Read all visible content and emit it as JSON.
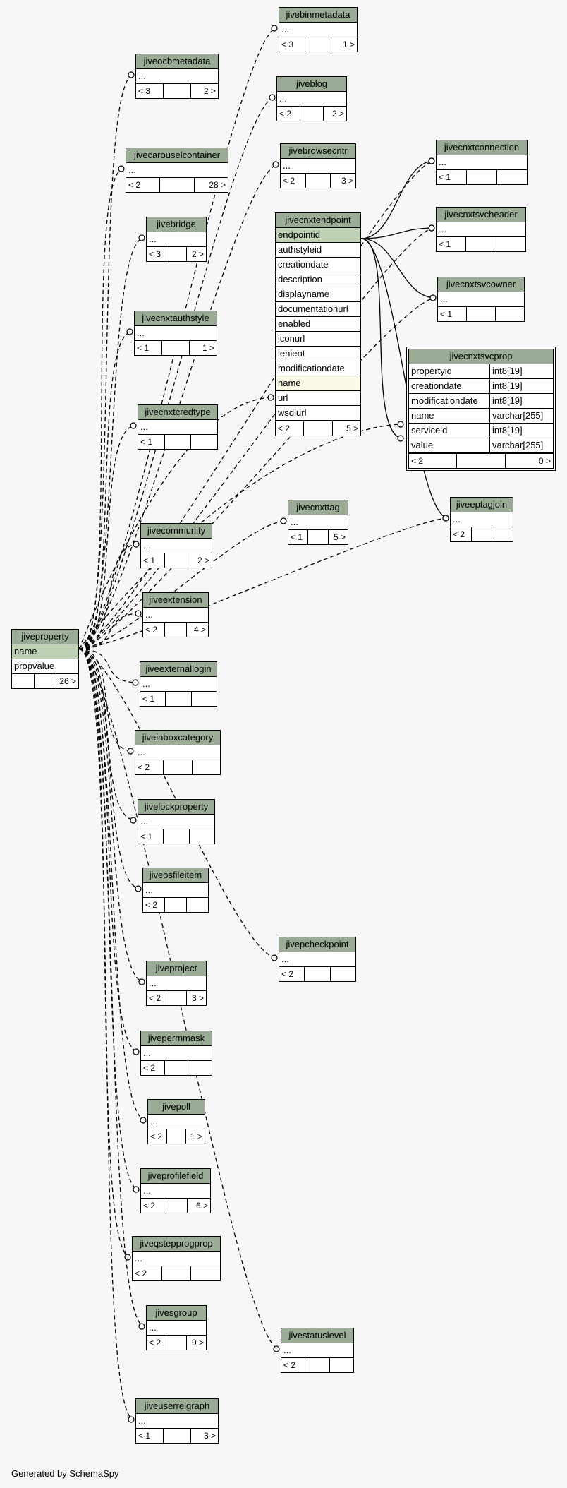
{
  "footer": "Generated by SchemaSpy",
  "focus_table": {
    "name": "jivecnxtsvcprop",
    "columns": [
      {
        "name": "propertyid",
        "type": "int8[19]"
      },
      {
        "name": "creationdate",
        "type": "int8[19]"
      },
      {
        "name": "modificationdate",
        "type": "int8[19]"
      },
      {
        "name": "name",
        "type": "varchar[255]"
      },
      {
        "name": "serviceid",
        "type": "int8[19]"
      },
      {
        "name": "value",
        "type": "varchar[255]"
      }
    ],
    "parents": "< 2",
    "children": "0 >"
  },
  "jiveproperty": {
    "name": "jiveproperty",
    "columns": [
      "name",
      "propvalue"
    ],
    "parents": "",
    "children": "26 >"
  },
  "jivecnxtendpoint": {
    "name": "jivecnxtendpoint",
    "columns": [
      "endpointid",
      "authstyleid",
      "creationdate",
      "description",
      "displayname",
      "documentationurl",
      "enabled",
      "iconurl",
      "lenient",
      "modificationdate",
      "name",
      "url",
      "wsdlurl"
    ],
    "parents": "< 2",
    "children": "5 >"
  },
  "tables": [
    {
      "name": "jivebinmetadata",
      "parents": "< 3",
      "children": "1 >"
    },
    {
      "name": "jiveocbmetadata",
      "parents": "< 3",
      "children": "2 >"
    },
    {
      "name": "jiveblog",
      "parents": "< 2",
      "children": "2 >"
    },
    {
      "name": "jivecarouselcontainer",
      "parents": "< 2",
      "children": "28 >"
    },
    {
      "name": "jivebrowsecntr",
      "parents": "< 2",
      "children": "3 >"
    },
    {
      "name": "jivecnxtconnection",
      "parents": "< 1",
      "children": ""
    },
    {
      "name": "jivebridge",
      "parents": "< 3",
      "children": "2 >"
    },
    {
      "name": "jivecnxtsvcheader",
      "parents": "< 1",
      "children": ""
    },
    {
      "name": "jivecnxtsvcowner",
      "parents": "< 1",
      "children": ""
    },
    {
      "name": "jivecnxtauthstyle",
      "parents": "< 1",
      "children": "1 >"
    },
    {
      "name": "jivecnxtcredtype",
      "parents": "< 1",
      "children": ""
    },
    {
      "name": "jivecnxttag",
      "parents": "< 1",
      "children": "5 >"
    },
    {
      "name": "jiveeptagjoin",
      "parents": "< 2",
      "children": ""
    },
    {
      "name": "jivecommunity",
      "parents": "< 1",
      "children": "2 >"
    },
    {
      "name": "jiveextension",
      "parents": "< 2",
      "children": "4 >"
    },
    {
      "name": "jiveexternallogin",
      "parents": "< 1",
      "children": ""
    },
    {
      "name": "jiveinboxcategory",
      "parents": "< 2",
      "children": ""
    },
    {
      "name": "jivelockproperty",
      "parents": "< 1",
      "children": ""
    },
    {
      "name": "jiveosfileitem",
      "parents": "< 2",
      "children": ""
    },
    {
      "name": "jivepcheckpoint",
      "parents": "< 2",
      "children": ""
    },
    {
      "name": "jiveproject",
      "parents": "< 2",
      "children": "3 >"
    },
    {
      "name": "jivepermmask",
      "parents": "< 2",
      "children": ""
    },
    {
      "name": "jivepoll",
      "parents": "< 2",
      "children": "1 >"
    },
    {
      "name": "jiveprofilefield",
      "parents": "< 2",
      "children": "6 >"
    },
    {
      "name": "jiveqstepprogprop",
      "parents": "< 2",
      "children": ""
    },
    {
      "name": "jivesgroup",
      "parents": "< 2",
      "children": "9 >"
    },
    {
      "name": "jivestatuslevel",
      "parents": "< 2",
      "children": ""
    },
    {
      "name": "jiveuserrelgraph",
      "parents": "< 1",
      "children": "3 >"
    }
  ],
  "ellipsis": "..."
}
